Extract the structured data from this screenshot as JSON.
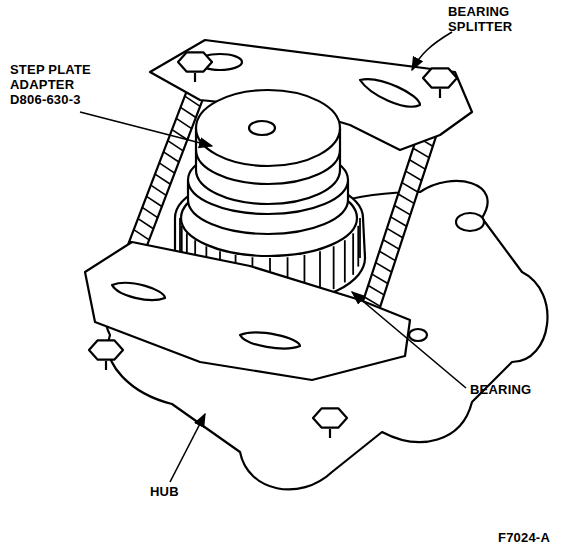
{
  "diagram": {
    "labels": [
      "STEP PLATE ADAPTER D806-630-3",
      "BEARING SPLITTER",
      "BEARING",
      "HUB",
      "F7024-A"
    ]
  }
}
